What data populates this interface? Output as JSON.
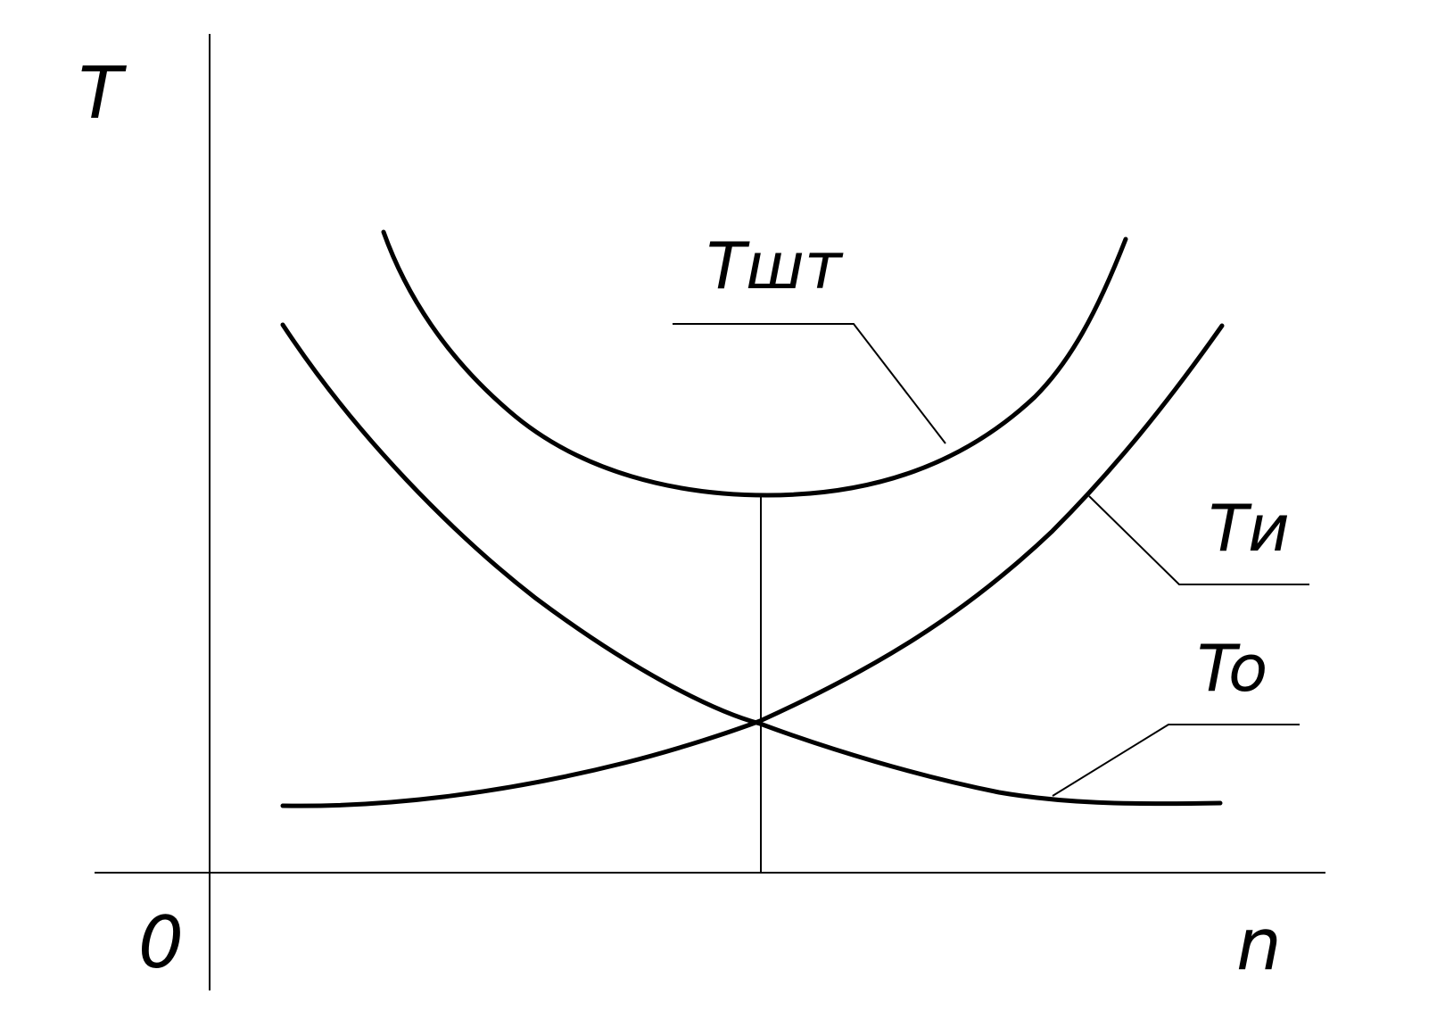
{
  "labels": {
    "y_axis": "T",
    "x_axis": "n",
    "origin": "0",
    "total_curve": "Tшт",
    "tool_curve": "Tи",
    "operation_curve": "To"
  },
  "colors": {
    "stroke": "#000000",
    "background": "#ffffff"
  }
}
